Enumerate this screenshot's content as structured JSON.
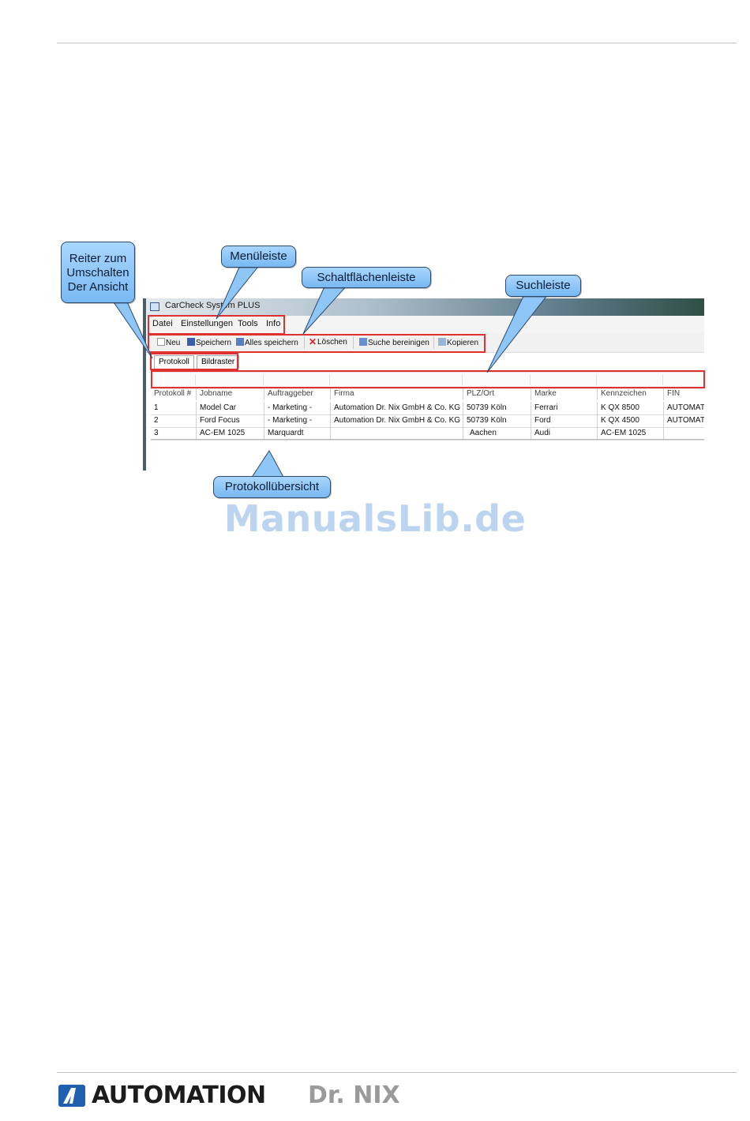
{
  "window": {
    "title": "CarCheck System PLUS"
  },
  "menu": [
    "Datei",
    "Einstellungen",
    "Tools",
    "Info"
  ],
  "toolbar": [
    "Neu",
    "Speichern",
    "Alles speichern",
    "Löschen",
    "Suche bereinigen",
    "Kopieren"
  ],
  "tabs": [
    "Protokoll",
    "Bildraster"
  ],
  "table": {
    "columns": [
      "Protokoll #",
      "Jobname",
      "Auftraggeber",
      "Firma",
      "PLZ/Ort",
      "Marke",
      "Kennzeichen",
      "FIN"
    ],
    "rows": [
      [
        "1",
        "Model Car",
        "- Marketing -",
        "Automation Dr. Nix GmbH & Co. KG",
        "50739 Köln",
        "Ferrari",
        "K QX 8500",
        "AUTOMAT"
      ],
      [
        "2",
        "Ford Focus",
        "- Marketing -",
        "Automation Dr. Nix GmbH & Co. KG",
        "50739 Köln",
        "Ford",
        "K QX 4500",
        "AUTOMAT"
      ],
      [
        "3",
        "AC-EM 1025",
        "Marquardt",
        "",
        "Aachen",
        "Audi",
        "AC-EM 1025",
        ""
      ]
    ]
  },
  "callouts": {
    "tabs": [
      "Reiter zum",
      "Umschalten",
      "Der Ansicht"
    ],
    "menu": "Menüleiste",
    "toolbar": "Schaltflächenleiste",
    "search": "Suchleiste",
    "overview": "Protokollübersicht"
  },
  "watermark": "ManualsLib.de",
  "brand": {
    "part1": "AUTOMATION",
    "part2": "Dr. NIX"
  },
  "colors": {
    "callout": "#8fc6f8",
    "highlight": "#e03030",
    "logo_blue": "#1f5fae"
  }
}
